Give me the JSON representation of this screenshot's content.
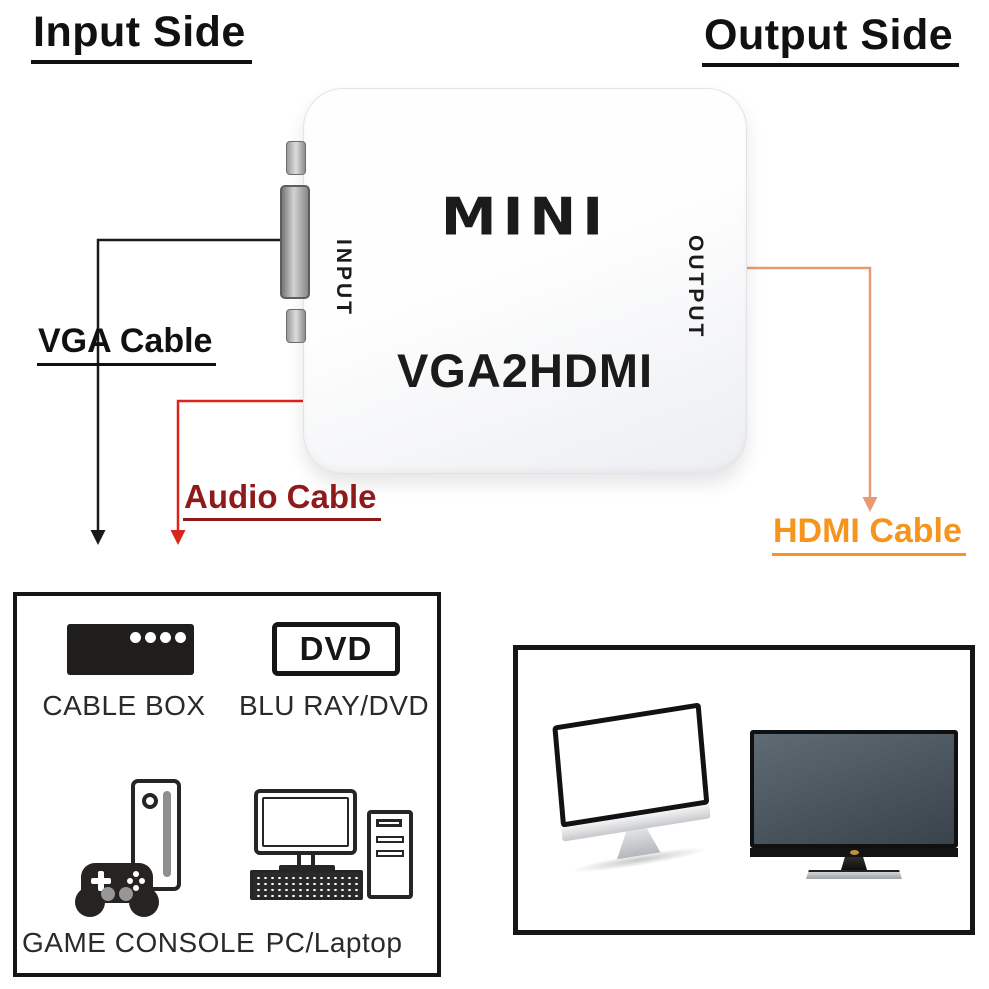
{
  "page": {
    "input_side_title": "Input Side",
    "output_side_title": "Output Side"
  },
  "device": {
    "brand": "MINI",
    "model": "VGA2HDMI",
    "input_port_label": "INPUT",
    "output_port_label": "OUTPUT",
    "body_color": "#f4f5f7"
  },
  "cables": {
    "vga": {
      "label": "VGA Cable",
      "text_color": "#111111",
      "line_color": "#1a1a1a"
    },
    "audio": {
      "label": "Audio Cable",
      "text_color": "#8f1a1a",
      "line_color": "#da251c"
    },
    "hdmi": {
      "label": "HDMI Cable",
      "text_color": "#f7941d",
      "line_color": "#e89a74"
    }
  },
  "sources_panel": {
    "items": [
      {
        "icon": "cable-box-icon",
        "label": "CABLE BOX"
      },
      {
        "icon": "dvd-player-icon",
        "label": "BLU RAY/DVD",
        "icon_text": "DVD"
      },
      {
        "icon": "game-console-icon",
        "label": "GAME CONSOLE"
      },
      {
        "icon": "pc-icon",
        "label": "PC/Laptop"
      }
    ]
  },
  "displays_panel": {
    "items": [
      {
        "icon": "imac-monitor-icon"
      },
      {
        "icon": "flat-tv-icon"
      }
    ]
  }
}
